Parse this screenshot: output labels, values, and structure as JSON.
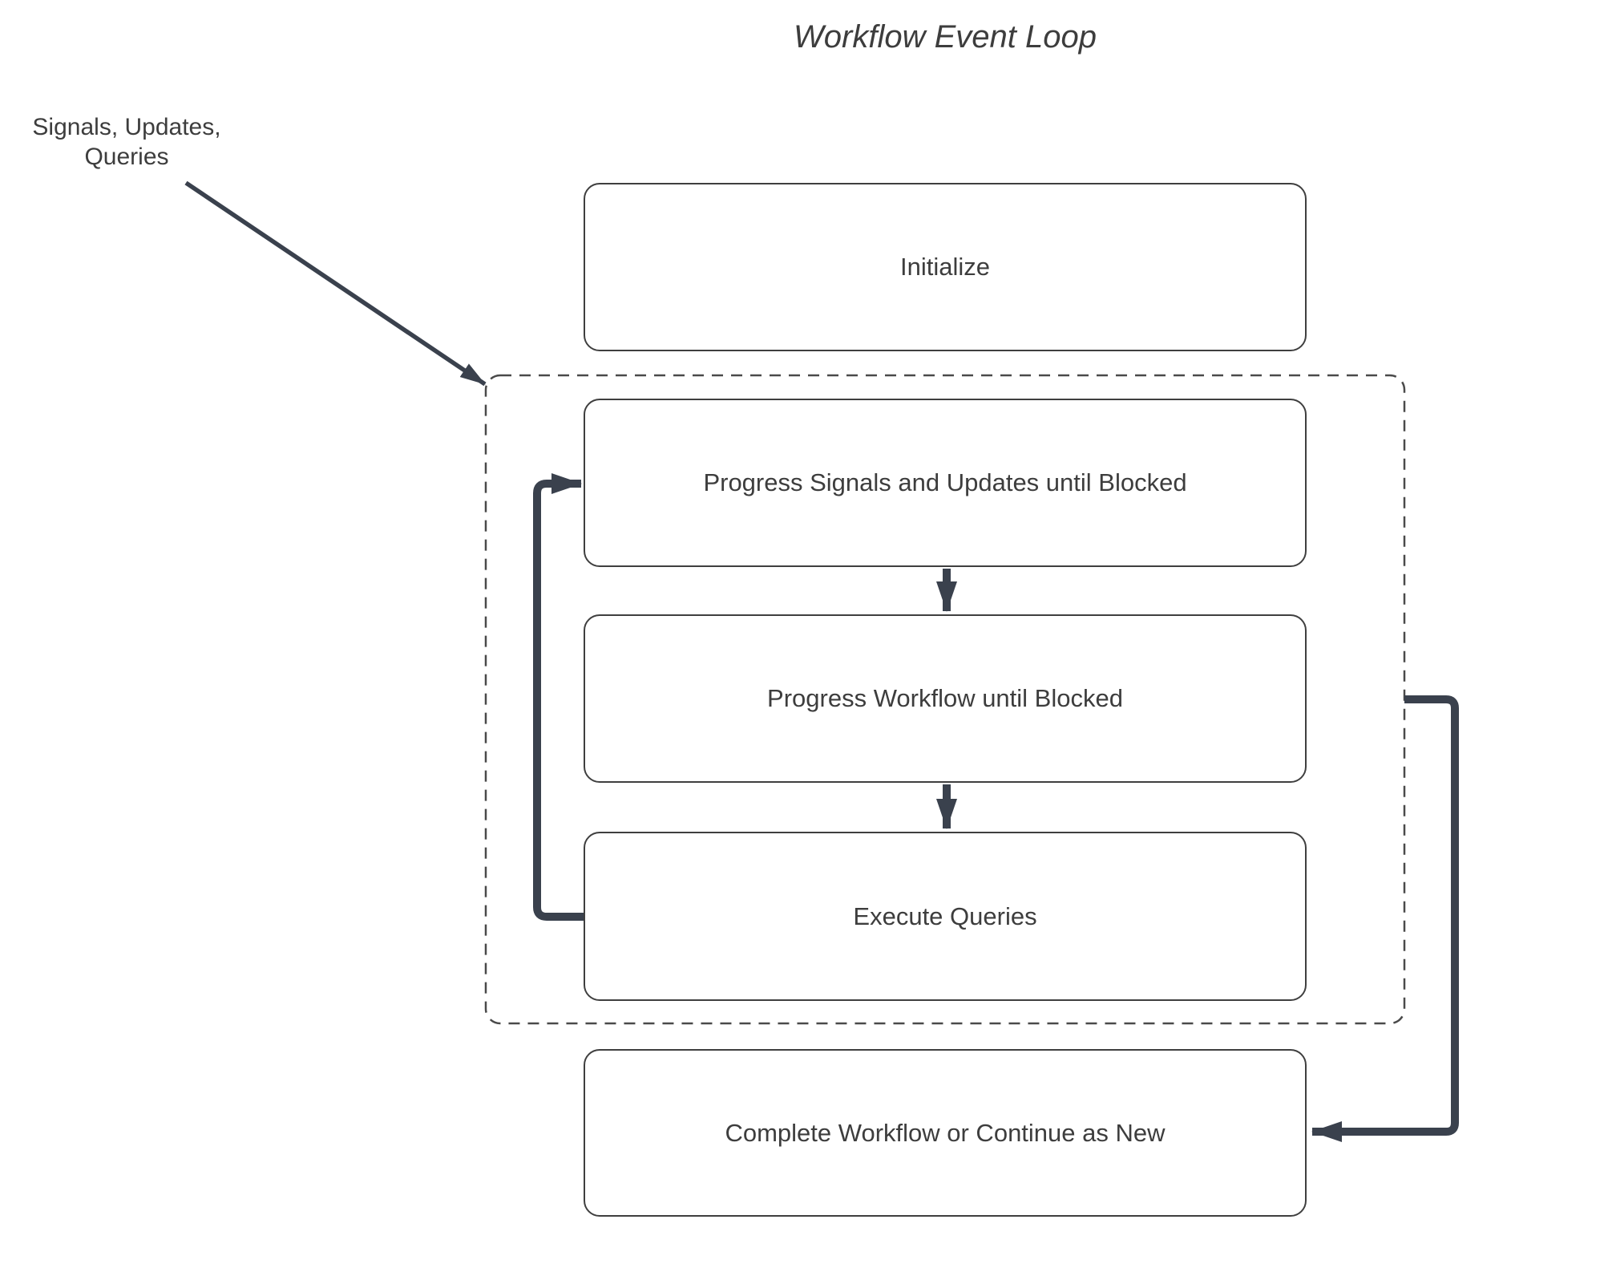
{
  "diagram": {
    "title": "Workflow Event Loop",
    "annotation": "Signals, Updates,\nQueries",
    "nodes": [
      {
        "id": "initialize",
        "label": "Initialize"
      },
      {
        "id": "progress-signals-updates",
        "label": "Progress Signals and Updates until Blocked"
      },
      {
        "id": "progress-workflow",
        "label": "Progress Workflow until Blocked"
      },
      {
        "id": "execute-queries",
        "label": "Execute Queries"
      },
      {
        "id": "complete-or-continue",
        "label": "Complete Workflow or Continue as New"
      }
    ],
    "connectors": [
      {
        "id": "signals-input-arrow",
        "from": "annotation",
        "to": "event-loop-container"
      },
      {
        "id": "down-arrow-1",
        "from": "progress-signals-updates",
        "to": "progress-workflow"
      },
      {
        "id": "down-arrow-2",
        "from": "progress-workflow",
        "to": "execute-queries"
      },
      {
        "id": "loopback-arrow",
        "from": "execute-queries",
        "to": "progress-signals-updates"
      },
      {
        "id": "exit-arrow",
        "from": "event-loop-container",
        "to": "complete-or-continue"
      }
    ],
    "colors": {
      "arrow": "#3A414D",
      "node_border": "#3F3F3F",
      "dashed_border": "#4A4A4A",
      "text": "#3D3D3D",
      "background": "#FFFFFF"
    }
  }
}
